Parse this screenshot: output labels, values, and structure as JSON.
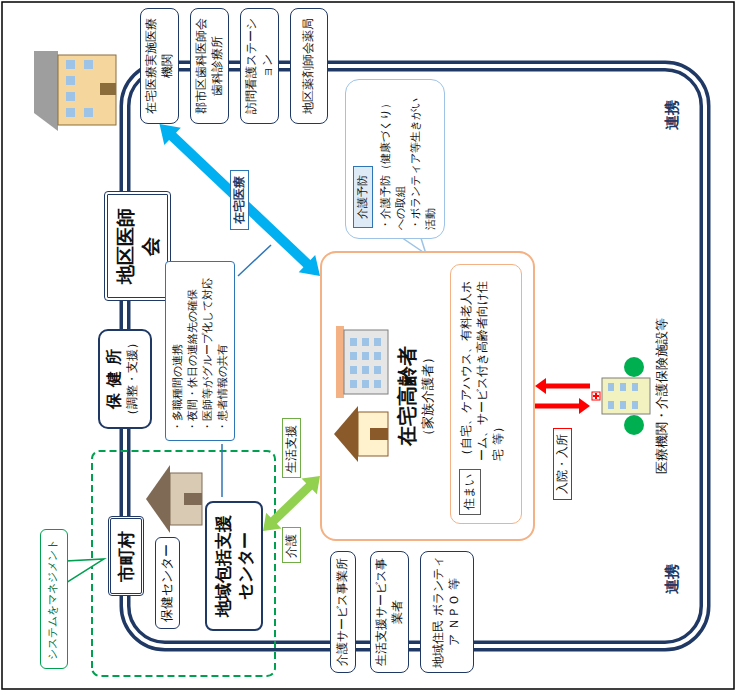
{
  "diagram": {
    "nodes": [
      {
        "text": [
          "システムをマネジメント"
        ]
      },
      {
        "text": [
          "市町村"
        ]
      },
      {
        "text": [
          "保健センター"
        ]
      },
      {
        "text": [
          "地域包括支援センター"
        ]
      },
      {
        "text": [
          "保 健 所",
          "（調整・支援）"
        ]
      },
      {
        "text": [
          "地区医師会"
        ]
      },
      {
        "text": [
          "在宅医療実施医療機関"
        ]
      },
      {
        "text": [
          "郡市区歯科医師会歯科診療所"
        ]
      },
      {
        "text": [
          "訪問看護ステーション"
        ]
      },
      {
        "text": [
          "地区薬剤師会薬局"
        ]
      },
      {
        "text": [
          "・多職種間の連携",
          "・夜間・休日の連絡先の確保",
          "・医師等がグループ化して対応",
          "・患者情報の共有"
        ]
      },
      {
        "text": [
          "・介護予防（健康づくり）への取組",
          "・ボランティア等生きがい活動"
        ]
      },
      {
        "text": [
          "介護予防"
        ],
        "in": 11
      },
      {
        "text": [
          "在宅高齢者",
          "（家族介護者）"
        ]
      },
      {
        "text": [
          "（自宅、ケアハウス、有料老人ホーム、サービス付き高齢者向け住宅 等）"
        ],
        "in": 13
      },
      {
        "text": [
          "住まい"
        ],
        "in": 14
      },
      {
        "text": [
          "介護サービス事業所"
        ]
      },
      {
        "text": [
          "生活支援サービス事業者"
        ]
      },
      {
        "text": [
          "地域住民 ボランティア ＮＰＯ 等"
        ]
      },
      {
        "text": [
          "医療機関・介護保険施設等"
        ]
      }
    ],
    "edges": [
      {
        "from": 13,
        "to": 6,
        "arrow": "both",
        "label": "在宅医療"
      },
      {
        "from": 3,
        "to": 13,
        "arrow": "both",
        "label": "介護"
      },
      {
        "from": 13,
        "to": 19,
        "arrow": "to",
        "label": "入院・入所"
      },
      {
        "from": 19,
        "to": 13,
        "arrow": "to"
      }
    ],
    "labels": [
      "生活支援",
      "連携",
      "連携"
    ]
  }
}
